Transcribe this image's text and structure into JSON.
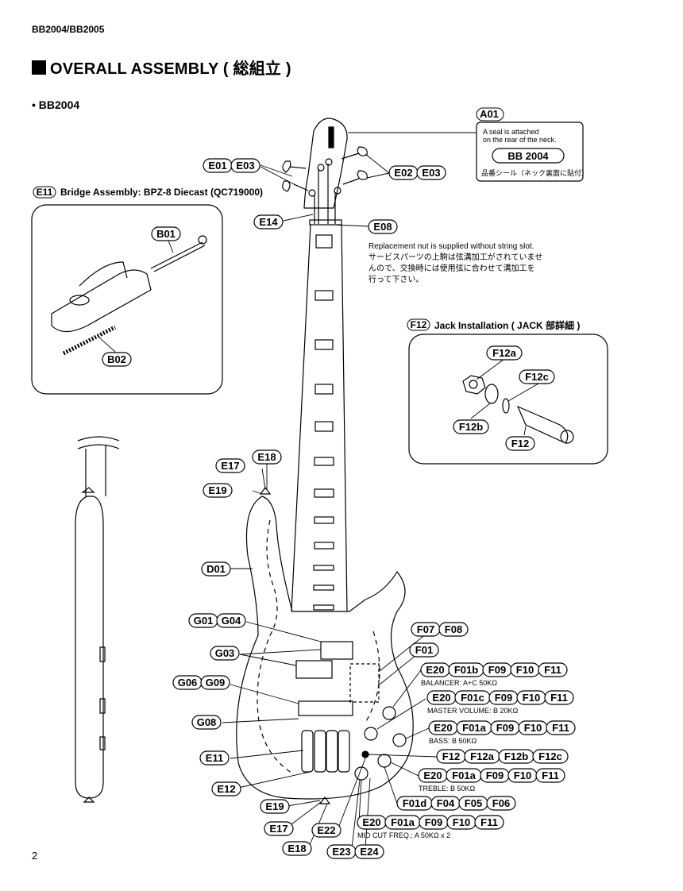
{
  "header": {
    "model_code": "BB2004/BB2005",
    "title": "OVERALL ASSEMBLY ( 総組立 )",
    "subtitle": "• BB2004"
  },
  "seal_box": {
    "callout": "A01",
    "note_line1": "A seal is attached",
    "note_line2": "on the rear of the neck.",
    "seal_label": "BB 2004",
    "jp_note": "品番シール（ネック裏面に貼付）"
  },
  "bridge": {
    "title_code": "E11",
    "title_text": "Bridge Assembly: BPZ-8 Diecast (QC719000)",
    "parts": [
      "B01",
      "B02"
    ]
  },
  "jack": {
    "title_code": "F12",
    "title_text": "Jack Installation ( JACK 部詳細 )",
    "parts": [
      "F12a",
      "F12c",
      "F12b",
      "F12"
    ]
  },
  "nut_note": {
    "line1": "Replacement nut is supplied without string slot.",
    "line2": "サービスパーツの上駒は弦溝加工がされていませ",
    "line3": "んので、交換時には使用弦に合わせて溝加工を",
    "line4": "行って下さい。"
  },
  "callouts": {
    "tuner_left": [
      "E01",
      "E03"
    ],
    "tuner_right": [
      "E02",
      "E03"
    ],
    "e14": "E14",
    "e08": "E08",
    "strap_top": [
      "E17",
      "E18",
      "E19"
    ],
    "d01": "D01",
    "pickup_neck": [
      "G01",
      "G04"
    ],
    "g03": "G03",
    "pickup_bridge": [
      "G06",
      "G09"
    ],
    "g08": "G08",
    "e11": "E11",
    "e12": "E12",
    "strap_bottom": [
      "E19",
      "E17",
      "E18"
    ],
    "e22": "E22",
    "jack_bottom": [
      "E23",
      "E24"
    ],
    "cavity_cover": [
      "F07",
      "F08"
    ],
    "f01": "F01"
  },
  "controls": [
    {
      "codes": [
        "E20",
        "F01b",
        "F09",
        "F10",
        "F11"
      ],
      "label": "BALANCER: A+C 50KΩ"
    },
    {
      "codes": [
        "E20",
        "F01c",
        "F09",
        "F10",
        "F11"
      ],
      "label": "MASTER VOLUME: B 20KΩ"
    },
    {
      "codes": [
        "E20",
        "F01a",
        "F09",
        "F10",
        "F11"
      ],
      "label": "BASS: B 50KΩ"
    },
    {
      "codes": [
        "F12",
        "F12a",
        "F12b",
        "F12c"
      ],
      "label": ""
    },
    {
      "codes": [
        "E20",
        "F01a",
        "F09",
        "F10",
        "F11"
      ],
      "label": "TREBLE: B 50KΩ"
    },
    {
      "codes": [
        "F01d",
        "F04",
        "F05",
        "F06"
      ],
      "label": ""
    },
    {
      "codes": [
        "E20",
        "F01a",
        "F09",
        "F10",
        "F11"
      ],
      "label": "MID CUT FREQ.: A 50KΩ x 2"
    }
  ],
  "page_number": "2"
}
